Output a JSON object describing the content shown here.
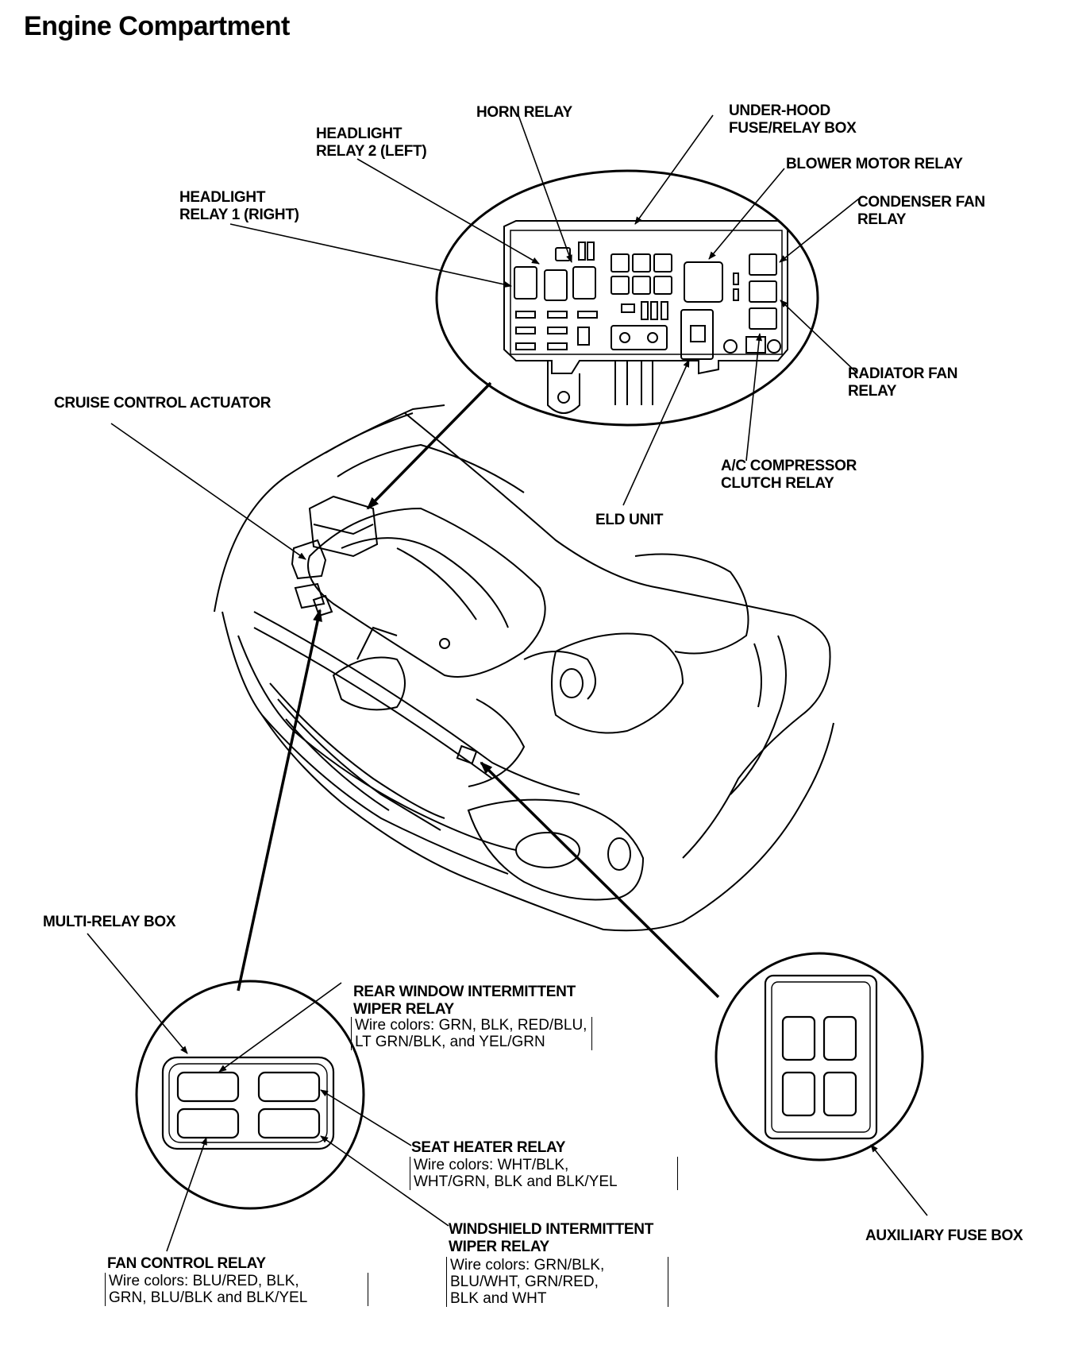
{
  "title": "Engine Compartment",
  "labels": {
    "horn_relay": "HORN RELAY",
    "under_hood_1": "UNDER-HOOD",
    "under_hood_2": "FUSE/RELAY BOX",
    "headlight2_1": "HEADLIGHT",
    "headlight2_2": "RELAY 2 (LEFT)",
    "headlight1_1": "HEADLIGHT",
    "headlight1_2": "RELAY 1 (RIGHT)",
    "blower": "BLOWER MOTOR RELAY",
    "condenser_1": "CONDENSER FAN",
    "condenser_2": "RELAY",
    "radiator_1": "RADIATOR FAN",
    "radiator_2": "RELAY",
    "ac_1": "A/C COMPRESSOR",
    "ac_2": "CLUTCH RELAY",
    "eld": "ELD UNIT",
    "cruise": "CRUISE CONTROL ACTUATOR",
    "multi_relay": "MULTI-RELAY BOX",
    "rear_wiper_1": "REAR WINDOW INTERMITTENT",
    "rear_wiper_2": "WIPER RELAY",
    "seat_heater": "SEAT HEATER RELAY",
    "windshield_1": "WINDSHIELD INTERMITTENT",
    "windshield_2": "WIPER RELAY",
    "fan_control": "FAN CONTROL RELAY",
    "aux_fuse": "AUXILIARY FUSE BOX"
  },
  "wire_colors": {
    "rear_wiper": [
      "Wire colors: GRN, BLK, RED/BLU,",
      "LT GRN/BLK, and YEL/GRN"
    ],
    "seat_heater": [
      "Wire colors: WHT/BLK,",
      "WHT/GRN, BLK and BLK/YEL"
    ],
    "windshield": [
      "Wire colors: GRN/BLK,",
      "BLU/WHT, GRN/RED,",
      "BLK and WHT"
    ],
    "fan_control": [
      "Wire colors:  BLU/RED, BLK,",
      "GRN, BLU/BLK and BLK/YEL"
    ]
  }
}
